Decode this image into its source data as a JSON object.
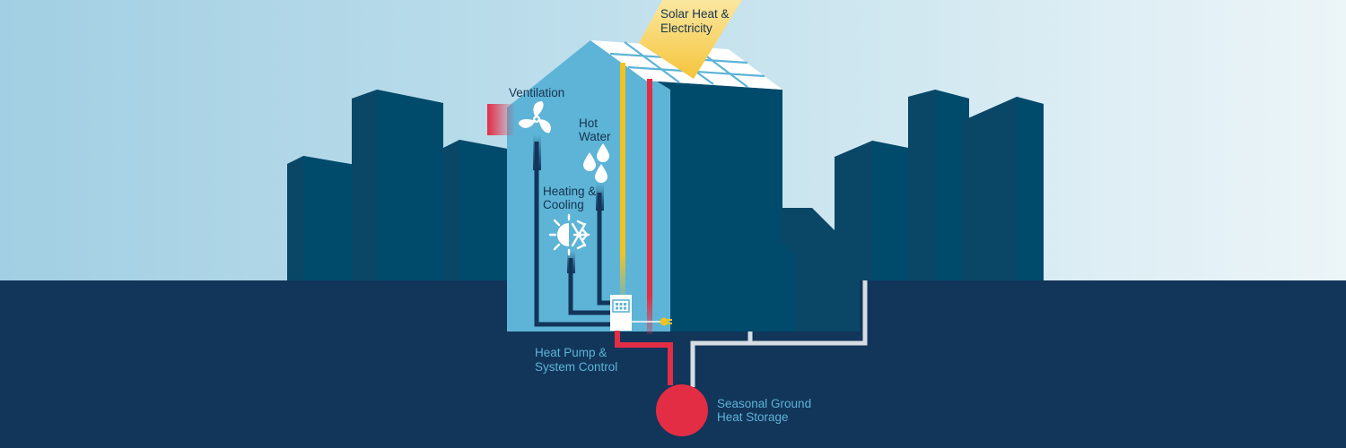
{
  "labels": {
    "solar_line1": "Solar Heat &",
    "solar_line2": "Electricity",
    "ventilation": "Ventilation",
    "hot_water_line1": "Hot",
    "hot_water_line2": "Water",
    "heating_line1": "Heating &",
    "heating_line2": "Cooling",
    "heat_pump_line1": "Heat Pump &",
    "heat_pump_line2": "System Control",
    "storage_line1": "Seasonal Ground",
    "storage_line2": "Heat Storage"
  },
  "icons": {
    "ventilation": "fan-icon",
    "hot_water": "water-drops-icon",
    "heating_cooling": "sun-snowflake-icon",
    "heat_pump": "control-unit-icon",
    "power": "plug-icon",
    "storage": "ground-storage-icon",
    "solar": "solar-panel-icon"
  },
  "colors": {
    "sky_top": "#a9d3e6",
    "sky_fade": "#e6f2f7",
    "ground": "#12355a",
    "building_dark": "#0f4d6e",
    "building_mid": "#004a6c",
    "house_light": "#5db4d6",
    "pipe_hot": "#e32d45",
    "pipe_solar": "#f0c322",
    "pipe_return": "#d6dde3",
    "storage": "#e32d45",
    "sun_ray": "#f7c948",
    "label_dark": "#17344f",
    "label_light": "#5db4d6"
  }
}
